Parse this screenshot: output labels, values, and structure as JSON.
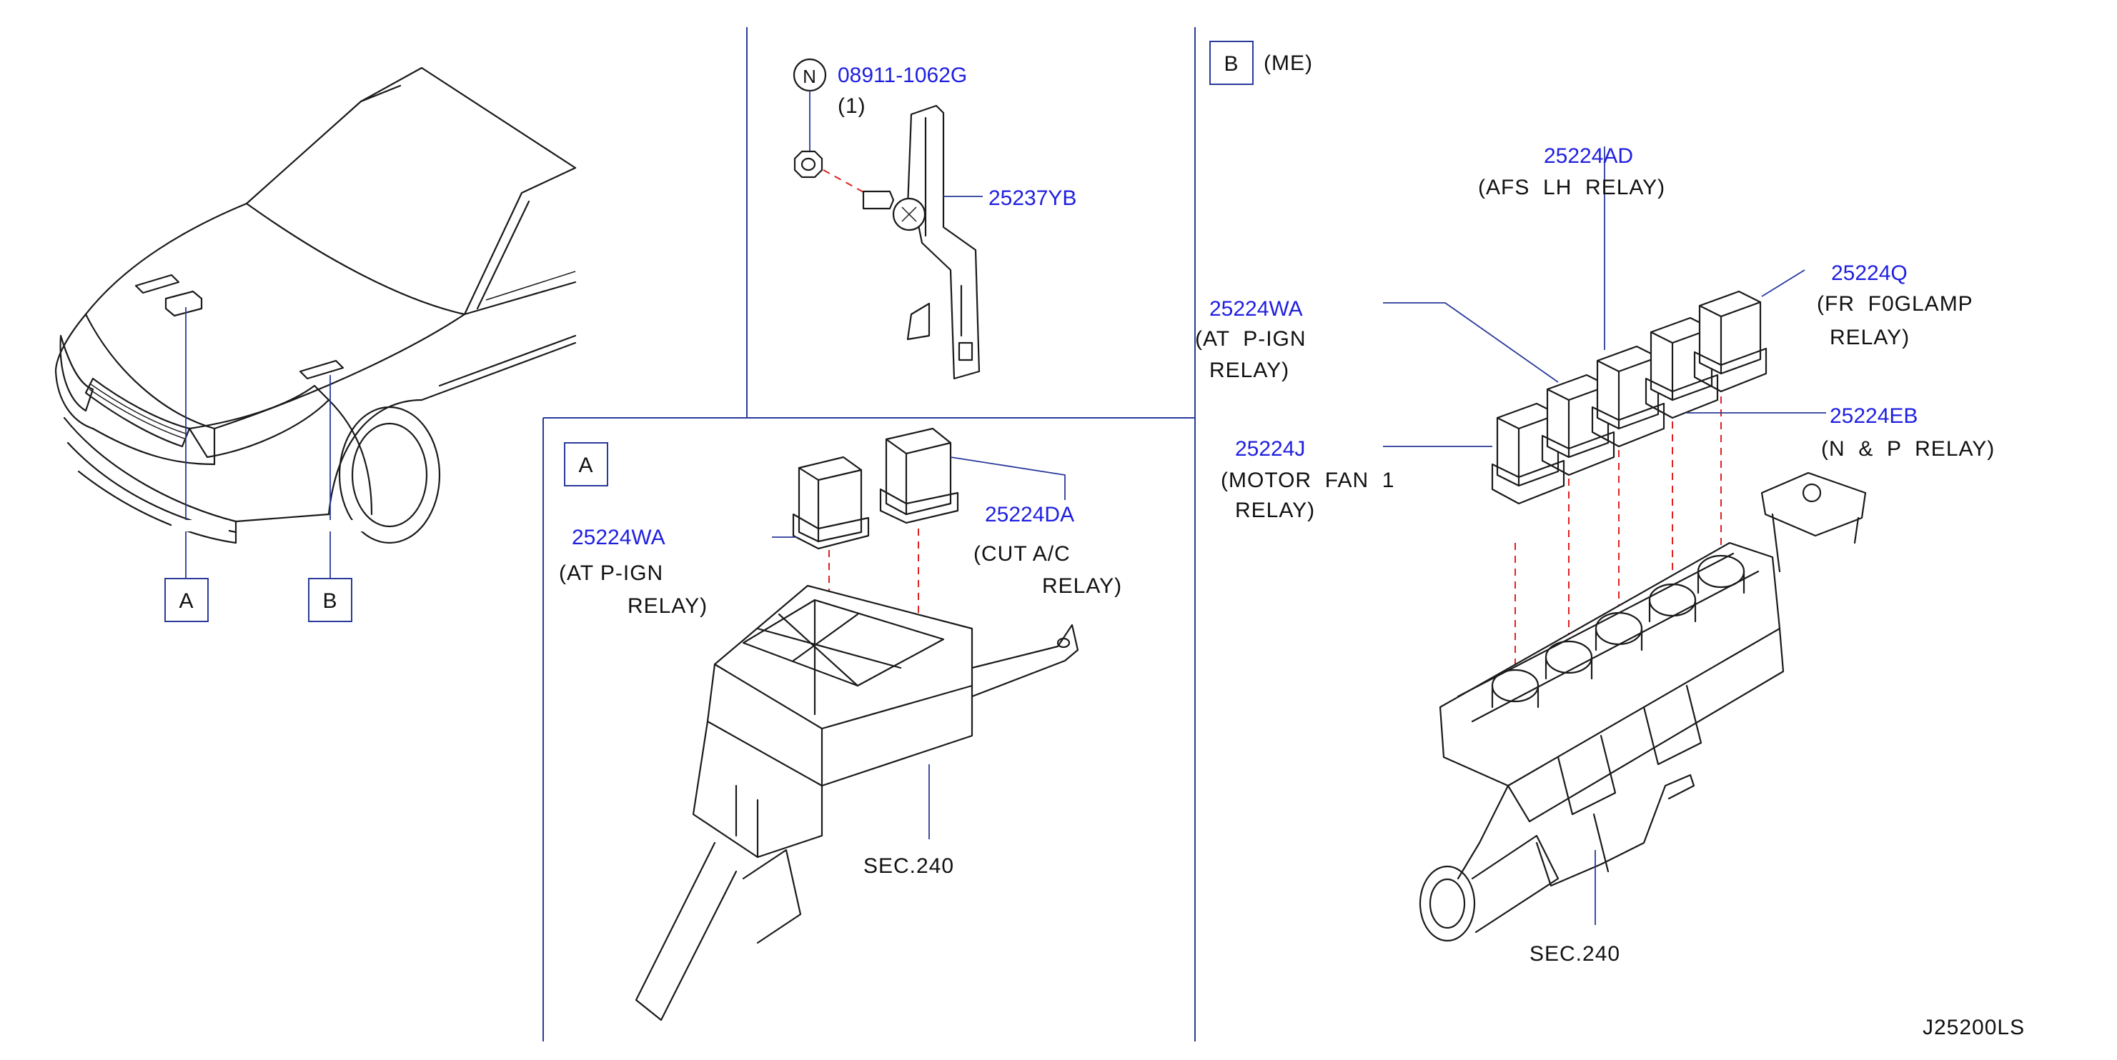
{
  "drawing_id": "J25200LS",
  "views": {
    "A": {
      "tag": "A"
    },
    "B": {
      "tag": "B",
      "qualifier": "(ME)"
    }
  },
  "overview": {
    "tag_a": "A",
    "tag_b": "B"
  },
  "top_detail": {
    "nut_symbol": "N",
    "nut_part_number": "08911-1062G",
    "nut_quantity": "(1)",
    "bracket_part_number": "25237YB"
  },
  "view_a": {
    "relay_left_part_number": "25224WA",
    "relay_left_desc_line1": "(AT P-IGN",
    "relay_left_desc_line2": "RELAY)",
    "relay_right_part_number": "25224DA",
    "relay_right_desc_line1": "(CUT A/C",
    "relay_right_desc_line2": "RELAY)",
    "section_ref": "SEC.240"
  },
  "view_b": {
    "relays": [
      {
        "part_number": "25224AD",
        "desc": [
          "(AFS  LH  RELAY)"
        ]
      },
      {
        "part_number": "25224Q",
        "desc": [
          "(FR  F0GLAMP",
          "RELAY)"
        ]
      },
      {
        "part_number": "25224WA",
        "desc": [
          "(AT  P-IGN",
          "RELAY)"
        ]
      },
      {
        "part_number": "25224EB",
        "desc": [
          "(N  &  P  RELAY)"
        ]
      },
      {
        "part_number": "25224J",
        "desc": [
          "(MOTOR  FAN  1",
          "RELAY)"
        ]
      }
    ],
    "section_ref": "SEC.240"
  },
  "colors": {
    "part_number": "#1f1fe0",
    "leader": "#2a3a9a",
    "alignment_dash": "#e02020",
    "line": "#1a1a1a"
  }
}
